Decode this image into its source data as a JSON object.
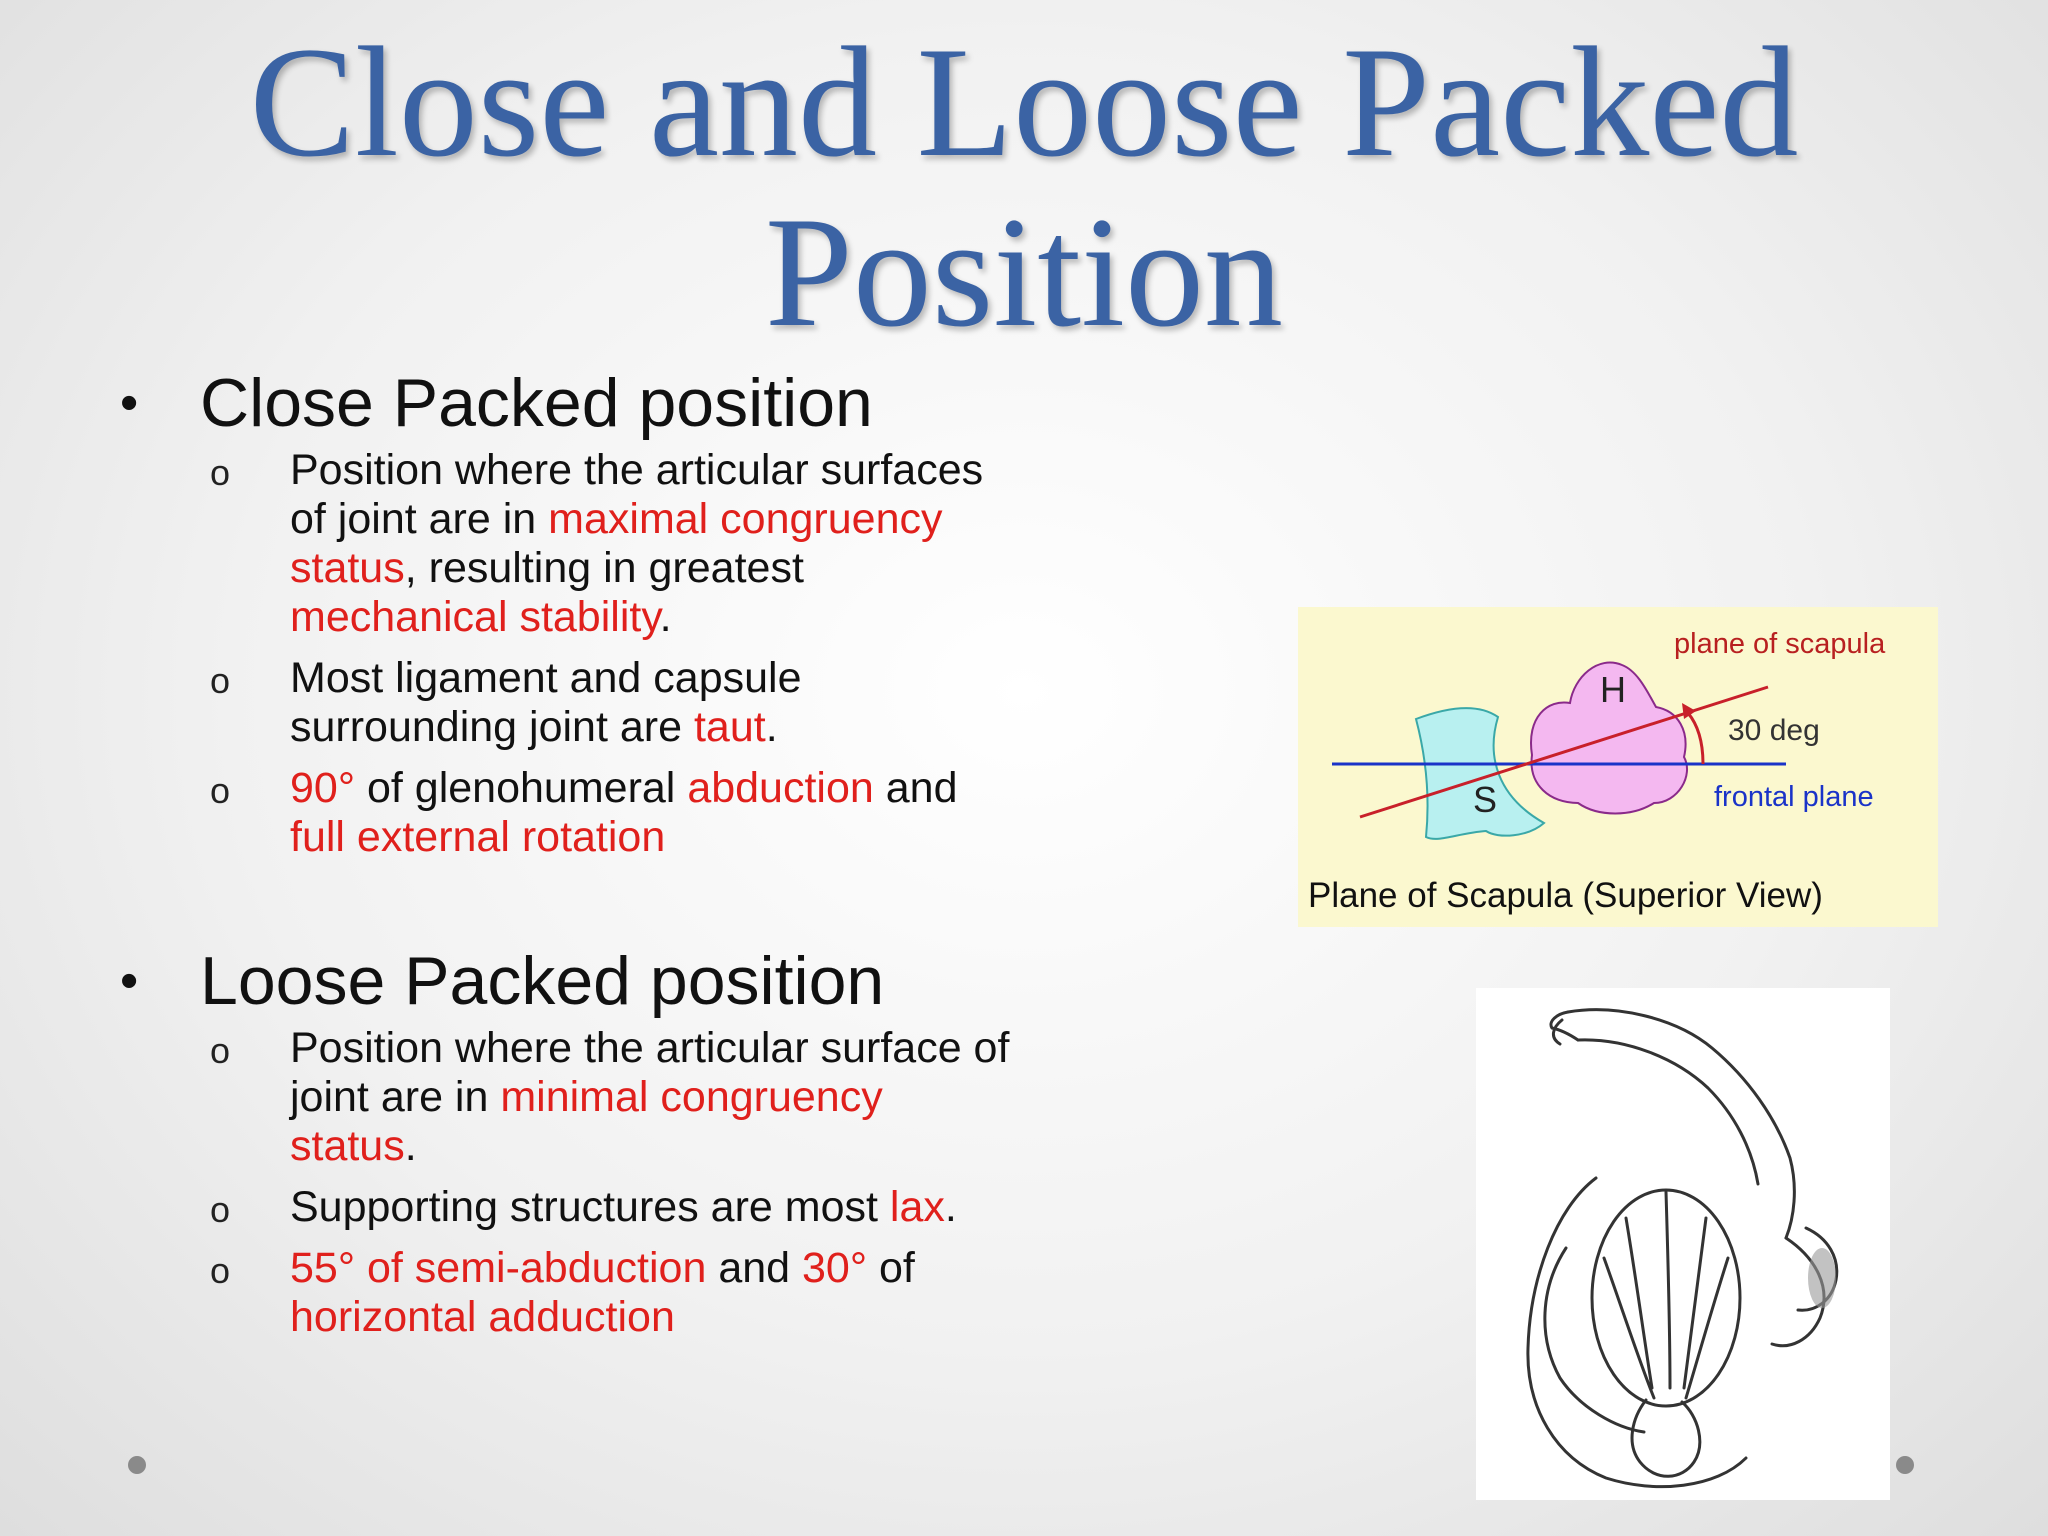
{
  "slide": {
    "title_line1": "Close and Loose Packed",
    "title_line2": "Position"
  },
  "close_packed": {
    "heading": "Close Packed position",
    "items": [
      {
        "p1": "Position where the articular surfaces of joint are in ",
        "h1": "maximal congruency status",
        "p2": ", resulting in greatest ",
        "h2": "mechanical stability",
        "p3": "."
      },
      {
        "p1": "Most ligament and capsule surrounding joint are ",
        "h1": "taut",
        "p2": "."
      },
      {
        "h1": "90° ",
        "p1": "of glenohumeral ",
        "h2": "abduction",
        "p2": " and ",
        "h3": "full external rotation"
      }
    ]
  },
  "loose_packed": {
    "heading": "Loose Packed position",
    "items": [
      {
        "p1": "Position where the articular surface of joint are in ",
        "h1": "minimal congruency status",
        "p2": "."
      },
      {
        "p1": "Supporting structures are most ",
        "h1": "lax",
        "p2": "."
      },
      {
        "h1": "55° of semi-abduction",
        "p1": " and ",
        "h2": "30°",
        "p2": " of ",
        "h3": "horizontal adduction"
      }
    ]
  },
  "figure_scapula": {
    "label_plane_scapula": "plane of scapula",
    "label_angle": "30 deg",
    "label_frontal": "frontal plane",
    "label_h": "H",
    "label_s": "S",
    "caption": "Plane of Scapula (Superior View)"
  },
  "colors": {
    "title": "#3b63a4",
    "highlight": "#e0201c",
    "figure_bg": "#fbf8cf",
    "frontal_line": "#1a33c8",
    "scapula_line": "#c8202a",
    "humerus_fill": "#f4b8f0",
    "scapula_fill": "#b8f0f0"
  },
  "icons": [
    "bullet-dot",
    "sub-bullet-circle",
    "angle-arrow",
    "nav-dot-left",
    "nav-dot-right"
  ]
}
